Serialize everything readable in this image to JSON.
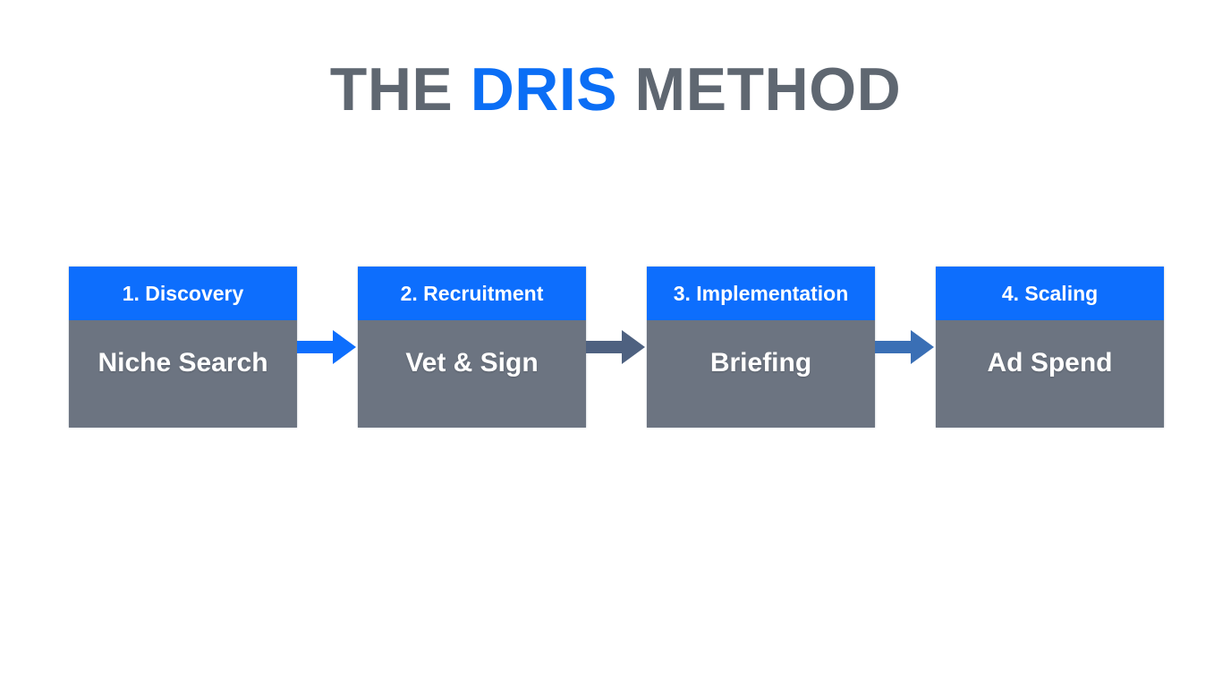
{
  "title": {
    "prefix": "THE ",
    "accent": "DRIS",
    "suffix": " METHOD",
    "full_text": "THE DRIS METHOD",
    "color": "#5f6771",
    "accent_color": "#0b6ef5"
  },
  "theme": {
    "background": "#ffffff",
    "header_blue": "#0d6efd",
    "body_gray": "#6c7481",
    "text_on_box": "#ffffff"
  },
  "flow": {
    "steps": [
      {
        "header": "1. Discovery",
        "body": "Niche Search"
      },
      {
        "header": "2. Recruitment",
        "body": "Vet & Sign"
      },
      {
        "header": "3. Implementation",
        "body": "Briefing"
      },
      {
        "header": "4. Scaling",
        "body": "Ad Spend"
      }
    ],
    "connectors": [
      {
        "name": "arrow-1",
        "color": "#0d6efd"
      },
      {
        "name": "arrow-2",
        "color": "#4e6180"
      },
      {
        "name": "arrow-3",
        "color": "#3a6fb5"
      }
    ]
  }
}
